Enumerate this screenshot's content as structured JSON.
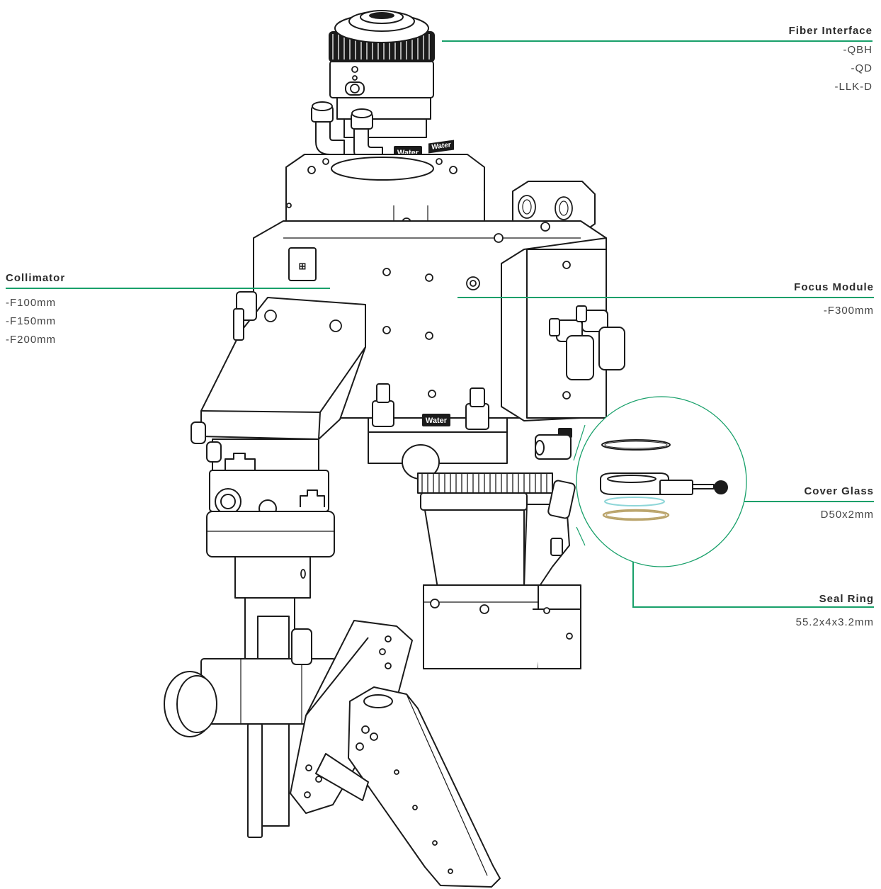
{
  "callouts": {
    "fiber_interface": {
      "title": "Fiber Interface",
      "specs": [
        "-QBH",
        "-QD",
        "-LLK-D"
      ]
    },
    "collimator": {
      "title": "Collimator",
      "specs": [
        "-F100mm",
        "-F150mm",
        "-F200mm"
      ]
    },
    "focus_module": {
      "title": "Focus Module",
      "specs": [
        "-F300mm"
      ]
    },
    "cover_glass": {
      "title": "Cover Glass",
      "specs": [
        "D50x2mm"
      ]
    },
    "seal_ring": {
      "title": "Seal Ring",
      "specs": [
        "55.2x4x3.2mm"
      ]
    }
  },
  "device_markings": {
    "water_label_top": "Water",
    "water_label_front": "Water",
    "water_label_side": "Water"
  },
  "colors": {
    "callout_line": "#18a06a",
    "line_art": "#1b1b1b",
    "background": "#ffffff"
  }
}
